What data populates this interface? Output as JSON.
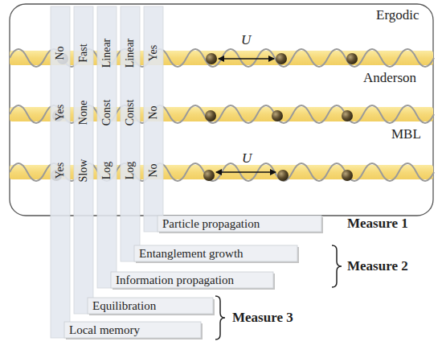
{
  "diagram": {
    "nodes": [
      {
        "text": [
          "No",
          "Yes",
          "Yes",
          "Local memory"
        ]
      },
      {
        "text": [
          "Fast",
          "None",
          "Slow",
          "Equilibration"
        ]
      },
      {
        "text": [
          "Linear",
          "Const",
          "Log",
          "Information propagation"
        ]
      },
      {
        "text": [
          "Linear",
          "Const",
          "Log",
          "Entanglement growth"
        ]
      },
      {
        "text": [
          "Yes",
          "No",
          "No",
          "Particle propagation"
        ]
      }
    ],
    "labels": [
      "Ergodic",
      "U",
      "Anderson",
      "MBL",
      "U",
      "Measure 1",
      "Measure 2",
      "Measure 3"
    ]
  }
}
